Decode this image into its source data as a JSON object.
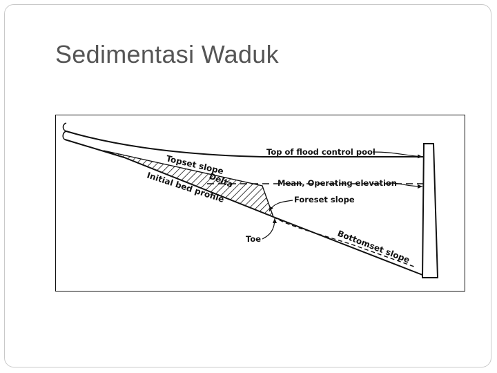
{
  "slide": {
    "title": "Sedimentasi Waduk"
  },
  "figure": {
    "labels": {
      "top_of_flood_control_pool": "Top of flood control pool",
      "mean_operating_elevation": "Mean, Operating elevation",
      "foreset_slope": "Foreset slope",
      "topset_slope": "Topset slope",
      "delta": "Delta",
      "initial_bed_profile": "Initial bed profile",
      "toe": "Toe",
      "bottomset_slope": "Bottomset slope"
    },
    "colors": {
      "ink": "#111111",
      "title": "#555555",
      "frame": "#c9c9c9"
    }
  }
}
